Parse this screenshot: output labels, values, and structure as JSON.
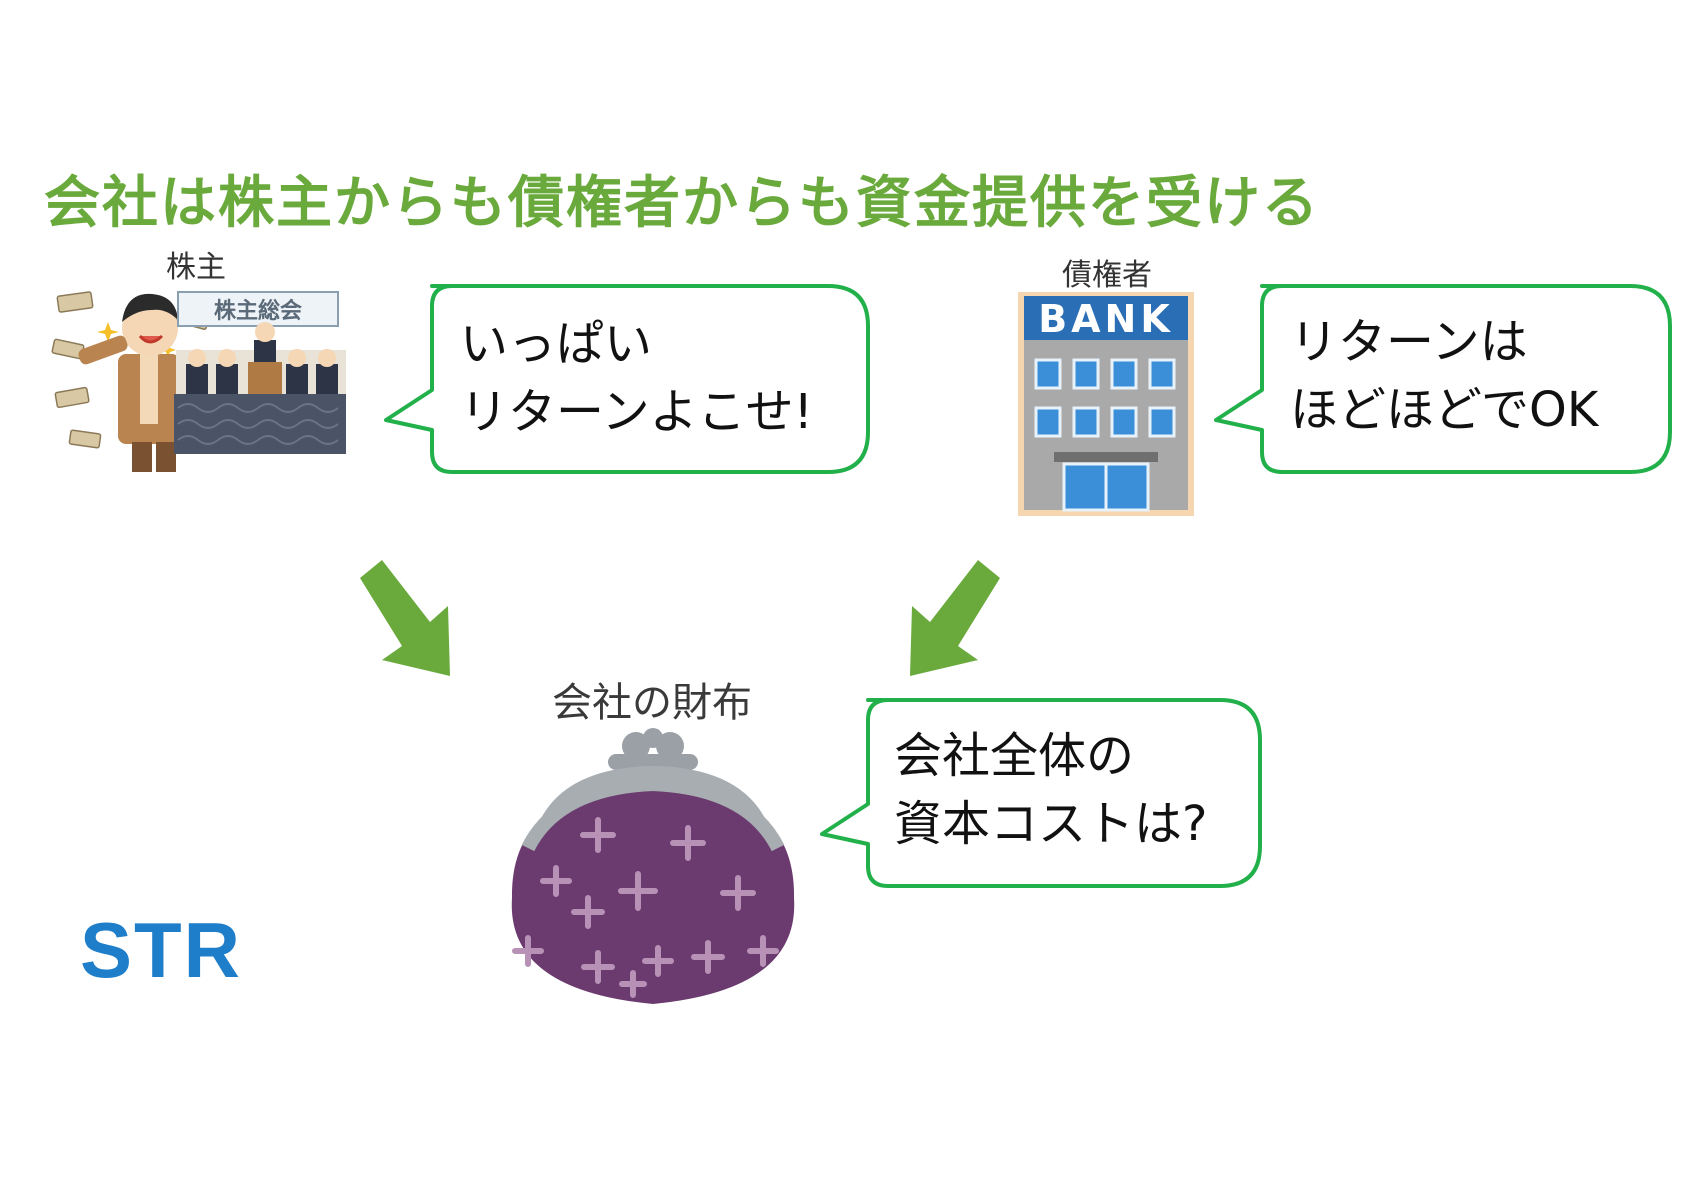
{
  "title": "会社は株主からも債権者からも資金提供を受ける",
  "shareholder": {
    "caption": "株主",
    "banner_text": "株主総会",
    "speech_line1": "いっぱい",
    "speech_line2": "リターンよこせ!"
  },
  "creditor": {
    "caption": "債権者",
    "bank_sign": "BANK",
    "speech_line1": "リターンは",
    "speech_line2": "ほどほどでOK"
  },
  "wallet": {
    "caption": "会社の財布",
    "speech_line1": "会社全体の",
    "speech_line2": "資本コストは?"
  },
  "logo": {
    "text": "STR"
  },
  "colors": {
    "title_green": "#6aaa3c",
    "bubble_border": "#22b04a",
    "arrow_green": "#6aaa3c",
    "logo_blue": "#1f7ec9",
    "wallet_purple": "#6b3a6e"
  }
}
